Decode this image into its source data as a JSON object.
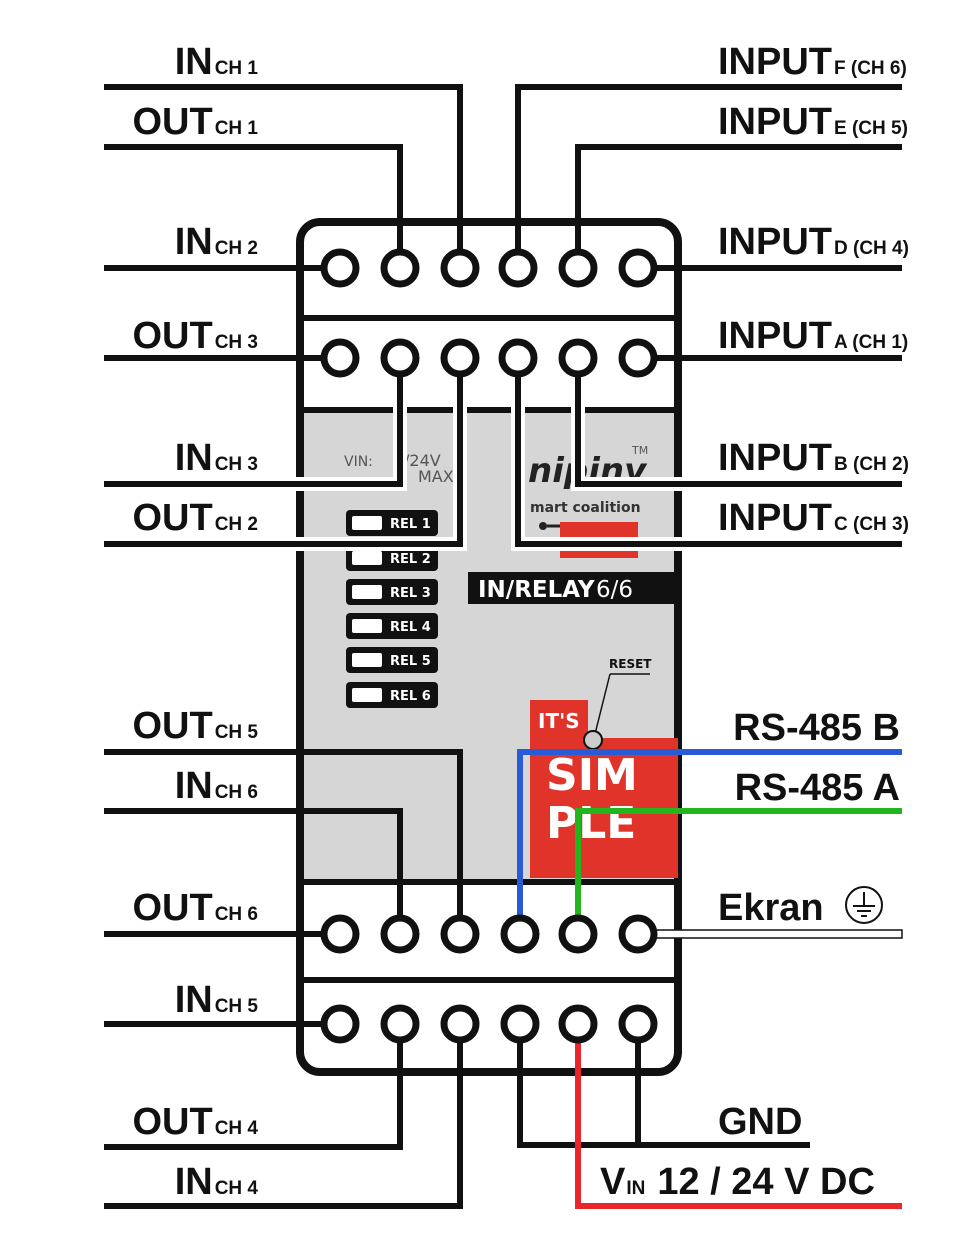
{
  "colors": {
    "rs485_b": "#2a5bd7",
    "rs485_a": "#22b51e",
    "vin": "#e8262b",
    "wire": "#111111",
    "device_body": "#d6d6d6",
    "brand_red": "#e0342b"
  },
  "left_labels": [
    {
      "main": "IN",
      "sub": "CH 1"
    },
    {
      "main": "OUT",
      "sub": "CH 1"
    },
    {
      "main": "IN",
      "sub": "CH 2"
    },
    {
      "main": "OUT",
      "sub": "CH 3"
    },
    {
      "main": "IN",
      "sub": "CH 3"
    },
    {
      "main": "OUT",
      "sub": "CH 2"
    },
    {
      "main": "OUT",
      "sub": "CH 5"
    },
    {
      "main": "IN",
      "sub": "CH 6"
    },
    {
      "main": "OUT",
      "sub": "CH 6"
    },
    {
      "main": "IN",
      "sub": "CH 5"
    },
    {
      "main": "OUT",
      "sub": "CH 4"
    },
    {
      "main": "IN",
      "sub": "CH 4"
    }
  ],
  "right_labels": [
    {
      "main": "INPUT",
      "sub": "F (CH 6)"
    },
    {
      "main": "INPUT",
      "sub": "E (CH 5)"
    },
    {
      "main": "INPUT",
      "sub": "D (CH 4)"
    },
    {
      "main": "INPUT",
      "sub": "A (CH 1)"
    },
    {
      "main": "INPUT",
      "sub": "B (CH 2)"
    },
    {
      "main": "INPUT",
      "sub": "C (CH 3)"
    }
  ],
  "bus_labels": {
    "rs485_b": "RS-485 B",
    "rs485_a": "RS-485 A",
    "ekran": "Ekran",
    "gnd": "GND",
    "vin_main": "V",
    "vin_sub": "IN",
    "vin_rest": "12 / 24 V DC"
  },
  "device": {
    "vin_label": "VIN:",
    "voltage": "/24V",
    "max": "MAX",
    "brand_partial": "nipiny",
    "tm": "TM",
    "coalition": "mart coalition",
    "model_a": "IN/RELAY",
    "model_b": "6/6",
    "relays": [
      "REL 1",
      "REL 2",
      "REL 3",
      "REL 4",
      "REL 5",
      "REL 6"
    ],
    "reset": "RESET",
    "its": "IT'S",
    "simple_1": "SIM",
    "simple_2": "PLE"
  }
}
